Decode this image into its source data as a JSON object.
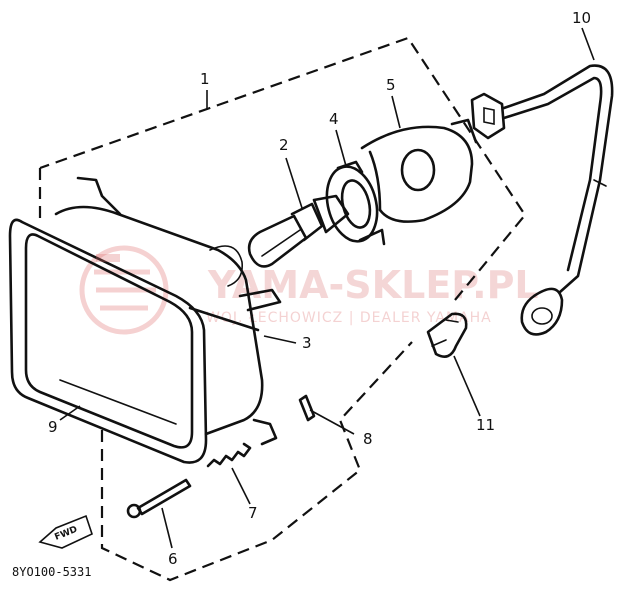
{
  "callouts": [
    {
      "id": "1",
      "label": "1"
    },
    {
      "id": "2",
      "label": "2"
    },
    {
      "id": "3",
      "label": "3"
    },
    {
      "id": "4",
      "label": "4"
    },
    {
      "id": "5",
      "label": "5"
    },
    {
      "id": "6",
      "label": "6"
    },
    {
      "id": "7",
      "label": "7"
    },
    {
      "id": "8",
      "label": "8"
    },
    {
      "id": "9",
      "label": "9"
    },
    {
      "id": "10",
      "label": "10"
    },
    {
      "id": "11",
      "label": "11"
    }
  ],
  "diagram_code": "8YO100-5331",
  "direction_marker": "FWD",
  "watermark": {
    "brand": "YAMA-SKLEP.PL",
    "subtitle": "WOJ. ŁECHOWICZ | DEALER YAMAHA"
  }
}
